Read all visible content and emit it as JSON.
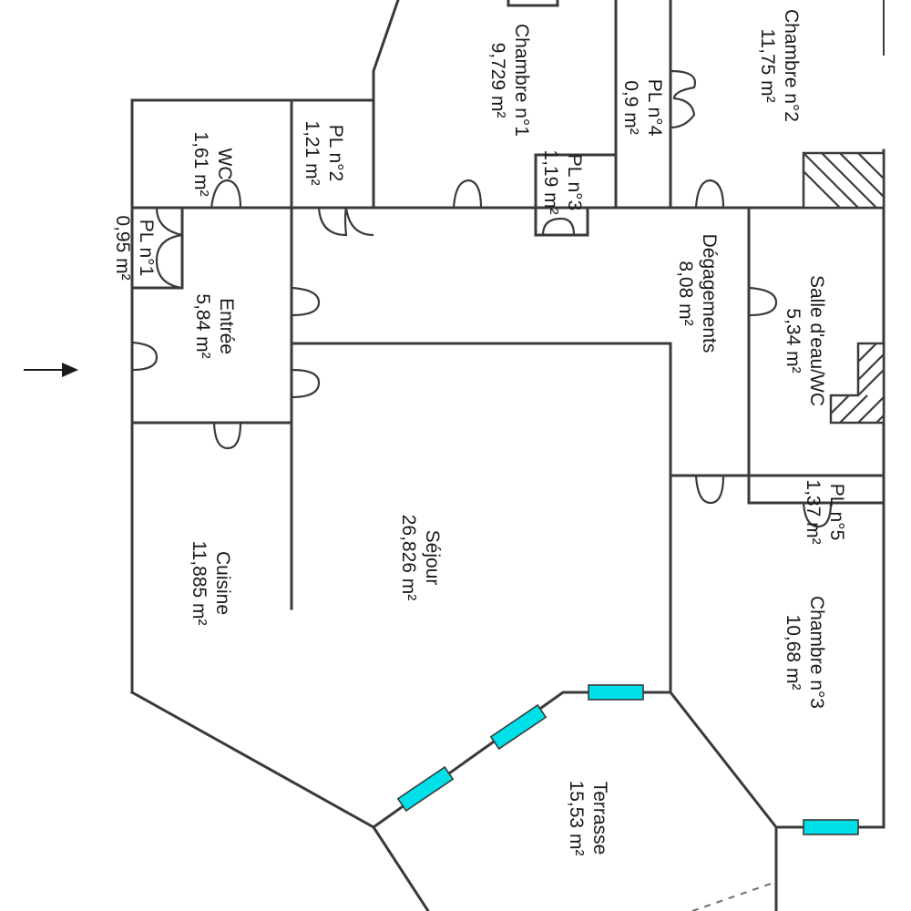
{
  "colors": {
    "wall": "#3a3a3a",
    "window": "#00e0e8",
    "text": "#1a1a1a",
    "background": "#ffffff"
  },
  "icons": {
    "entrance": "arrow-right-icon"
  },
  "rooms": [
    {
      "id": "chambre2",
      "name": "Chambre n°2",
      "area": "11,75  m²"
    },
    {
      "id": "chambre1",
      "name": "Chambre n°1",
      "area": "9,729  m²"
    },
    {
      "id": "pl4",
      "name": "PL n°4",
      "area": "0,9  m²"
    },
    {
      "id": "wc",
      "name": "WC",
      "area": "1,61  m²"
    },
    {
      "id": "pl2",
      "name": "PL n°2",
      "area": "1,21  m²"
    },
    {
      "id": "pl3",
      "name": "PL n°3",
      "area": "1,19  m²"
    },
    {
      "id": "pl1",
      "name": "PL n°1",
      "area": "0,95  m²"
    },
    {
      "id": "entree",
      "name": "Entrée",
      "area": "5,84  m²"
    },
    {
      "id": "degagements",
      "name": "Dégagements",
      "area": "8,08  m²"
    },
    {
      "id": "salledeau",
      "name": "Salle d'eau/WC",
      "area": "5,34  m²"
    },
    {
      "id": "pl5",
      "name": "PL n°5",
      "area": "1,37  m²"
    },
    {
      "id": "sejour",
      "name": "Séjour",
      "area": "26,826  m²"
    },
    {
      "id": "cuisine",
      "name": "Cuisine",
      "area": "11,885  m²"
    },
    {
      "id": "chambre3",
      "name": "Chambre n°3",
      "area": "10,68  m²"
    },
    {
      "id": "terrasse",
      "name": "Terrasse",
      "area": "15,53  m²"
    }
  ]
}
